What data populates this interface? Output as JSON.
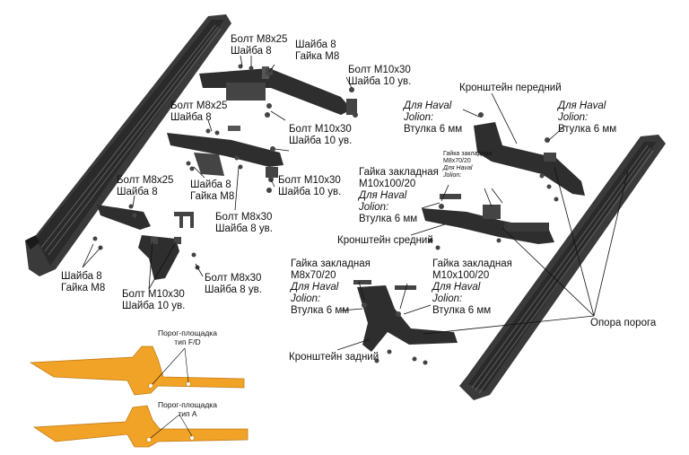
{
  "colors": {
    "rail": "#3a3a3a",
    "rail_dark": "#222222",
    "bracket": "#2e2e2e",
    "part": "#555555",
    "leader": "#111111",
    "orange": "#f0a327",
    "orange_edge": "#c47a12"
  },
  "labels": {
    "bolt_m8x25_top": [
      "Болт М8х25",
      "Шайба 8"
    ],
    "washer_nut_top": [
      "Шайба 8",
      "Гайка М8"
    ],
    "bolt_m10x30_top": [
      "Болт М10х30",
      "Шайба 10 ув."
    ],
    "bolt_m8x25_mid": [
      "Болт М8х25",
      "Шайба 8"
    ],
    "bolt_m10x30_mid": [
      "Болт М10х30",
      "Шайба 10 ув."
    ],
    "washer_nut_mid": [
      "Шайба 8",
      "Гайка М8"
    ],
    "bolt_m10x30_mid2": [
      "Болт М10х30",
      "Шайба 10 ув."
    ],
    "bolt_m8x25_low": [
      "Болт М8х25",
      "Шайба 8"
    ],
    "bolt_m8x30_mid": [
      "Болт М8х30",
      "Шайба 8 ув."
    ],
    "washer_nut_low": [
      "Шайба 8",
      "Гайка М8"
    ],
    "bolt_m10x30_low": [
      "Болт М10х30",
      "Шайба 10 ув."
    ],
    "bolt_m8x30_low": [
      "Болт М8х30",
      "Шайба 8 ув."
    ],
    "front_bracket": "Кронштейн передний",
    "haval_left": [
      "Для Haval",
      "Jolion:",
      "Втулка 6 мм"
    ],
    "haval_right": [
      "Для Haval",
      "Jolion:",
      "Втулка 6 мм"
    ],
    "small_nut": [
      "Гайка закладная",
      "М8х70/20",
      "Для Haval",
      "Jolion:"
    ],
    "nut_m10_mid": [
      "Гайка закладная",
      "М10х100/20"
    ],
    "haval_mid": [
      "Для Haval",
      "Jolion:",
      "Втулка 6 мм"
    ],
    "middle_bracket": "Кронштейн средний",
    "nut_m8_rear": [
      "Гайка закладная",
      "М8х70/20"
    ],
    "haval_rear_left": [
      "Для Haval",
      "Jolion:",
      "Втулка 6 мм"
    ],
    "nut_m10_rear": [
      "Гайка закладная",
      "М10х100/20"
    ],
    "haval_rear_right": [
      "Для Haval",
      "Jolion:",
      "Втулка 6 мм"
    ],
    "rear_bracket": "Кронштейн задний",
    "sill_support": "Опора порога",
    "threshold_fd": [
      "Порог-площадка",
      "тип F/D"
    ],
    "threshold_a": [
      "Порог-площадка",
      "тип A"
    ]
  }
}
